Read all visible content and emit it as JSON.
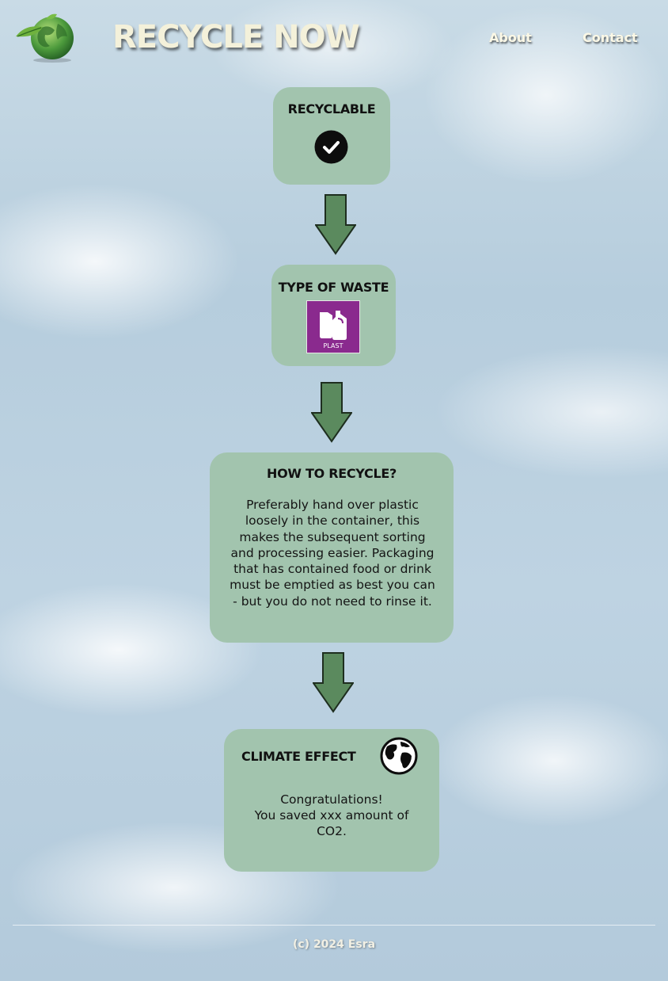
{
  "header": {
    "logo_icon": "recycle-globe-leaf-logo",
    "title": "RECYCLE NOW",
    "nav": [
      {
        "label": "About"
      },
      {
        "label": "Contact"
      }
    ]
  },
  "steps": {
    "recyclable": {
      "title": "RECYCLABLE",
      "icon": "check-circle-icon"
    },
    "waste_type": {
      "title": "TYPE OF WASTE",
      "icon": "plastic-waste-icon",
      "icon_label": "PLAST",
      "icon_color": "#8a2a8e"
    },
    "how_to": {
      "title": "HOW TO RECYCLE?",
      "lines": [
        "Preferably hand over plastic",
        "loosely in the container, this",
        "makes the subsequent sorting",
        "and processing easier. Packaging",
        "that has contained food or drink",
        "must be emptied as best you can",
        "- but you do not need to rinse it."
      ]
    },
    "climate": {
      "title": "CLIMATE EFFECT",
      "icon": "globe-icon",
      "lines": [
        "Congratulations!",
        "You saved xxx amount of",
        "CO2."
      ]
    }
  },
  "colors": {
    "card_bg": "#a2c4ae",
    "arrow_fill": "#5b8a5e"
  },
  "footer": {
    "text": "(c) 2024 Esra"
  }
}
